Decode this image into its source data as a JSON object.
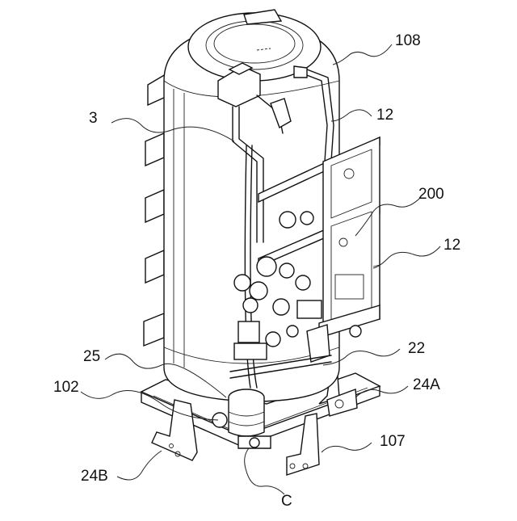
{
  "labels": {
    "l108": "108",
    "l3": "3",
    "l12_top": "12",
    "l200": "200",
    "l12_right": "12",
    "l25": "25",
    "l22": "22",
    "l102": "102",
    "l24A": "24A",
    "l24B": "24B",
    "l107": "107",
    "lC": "C"
  }
}
